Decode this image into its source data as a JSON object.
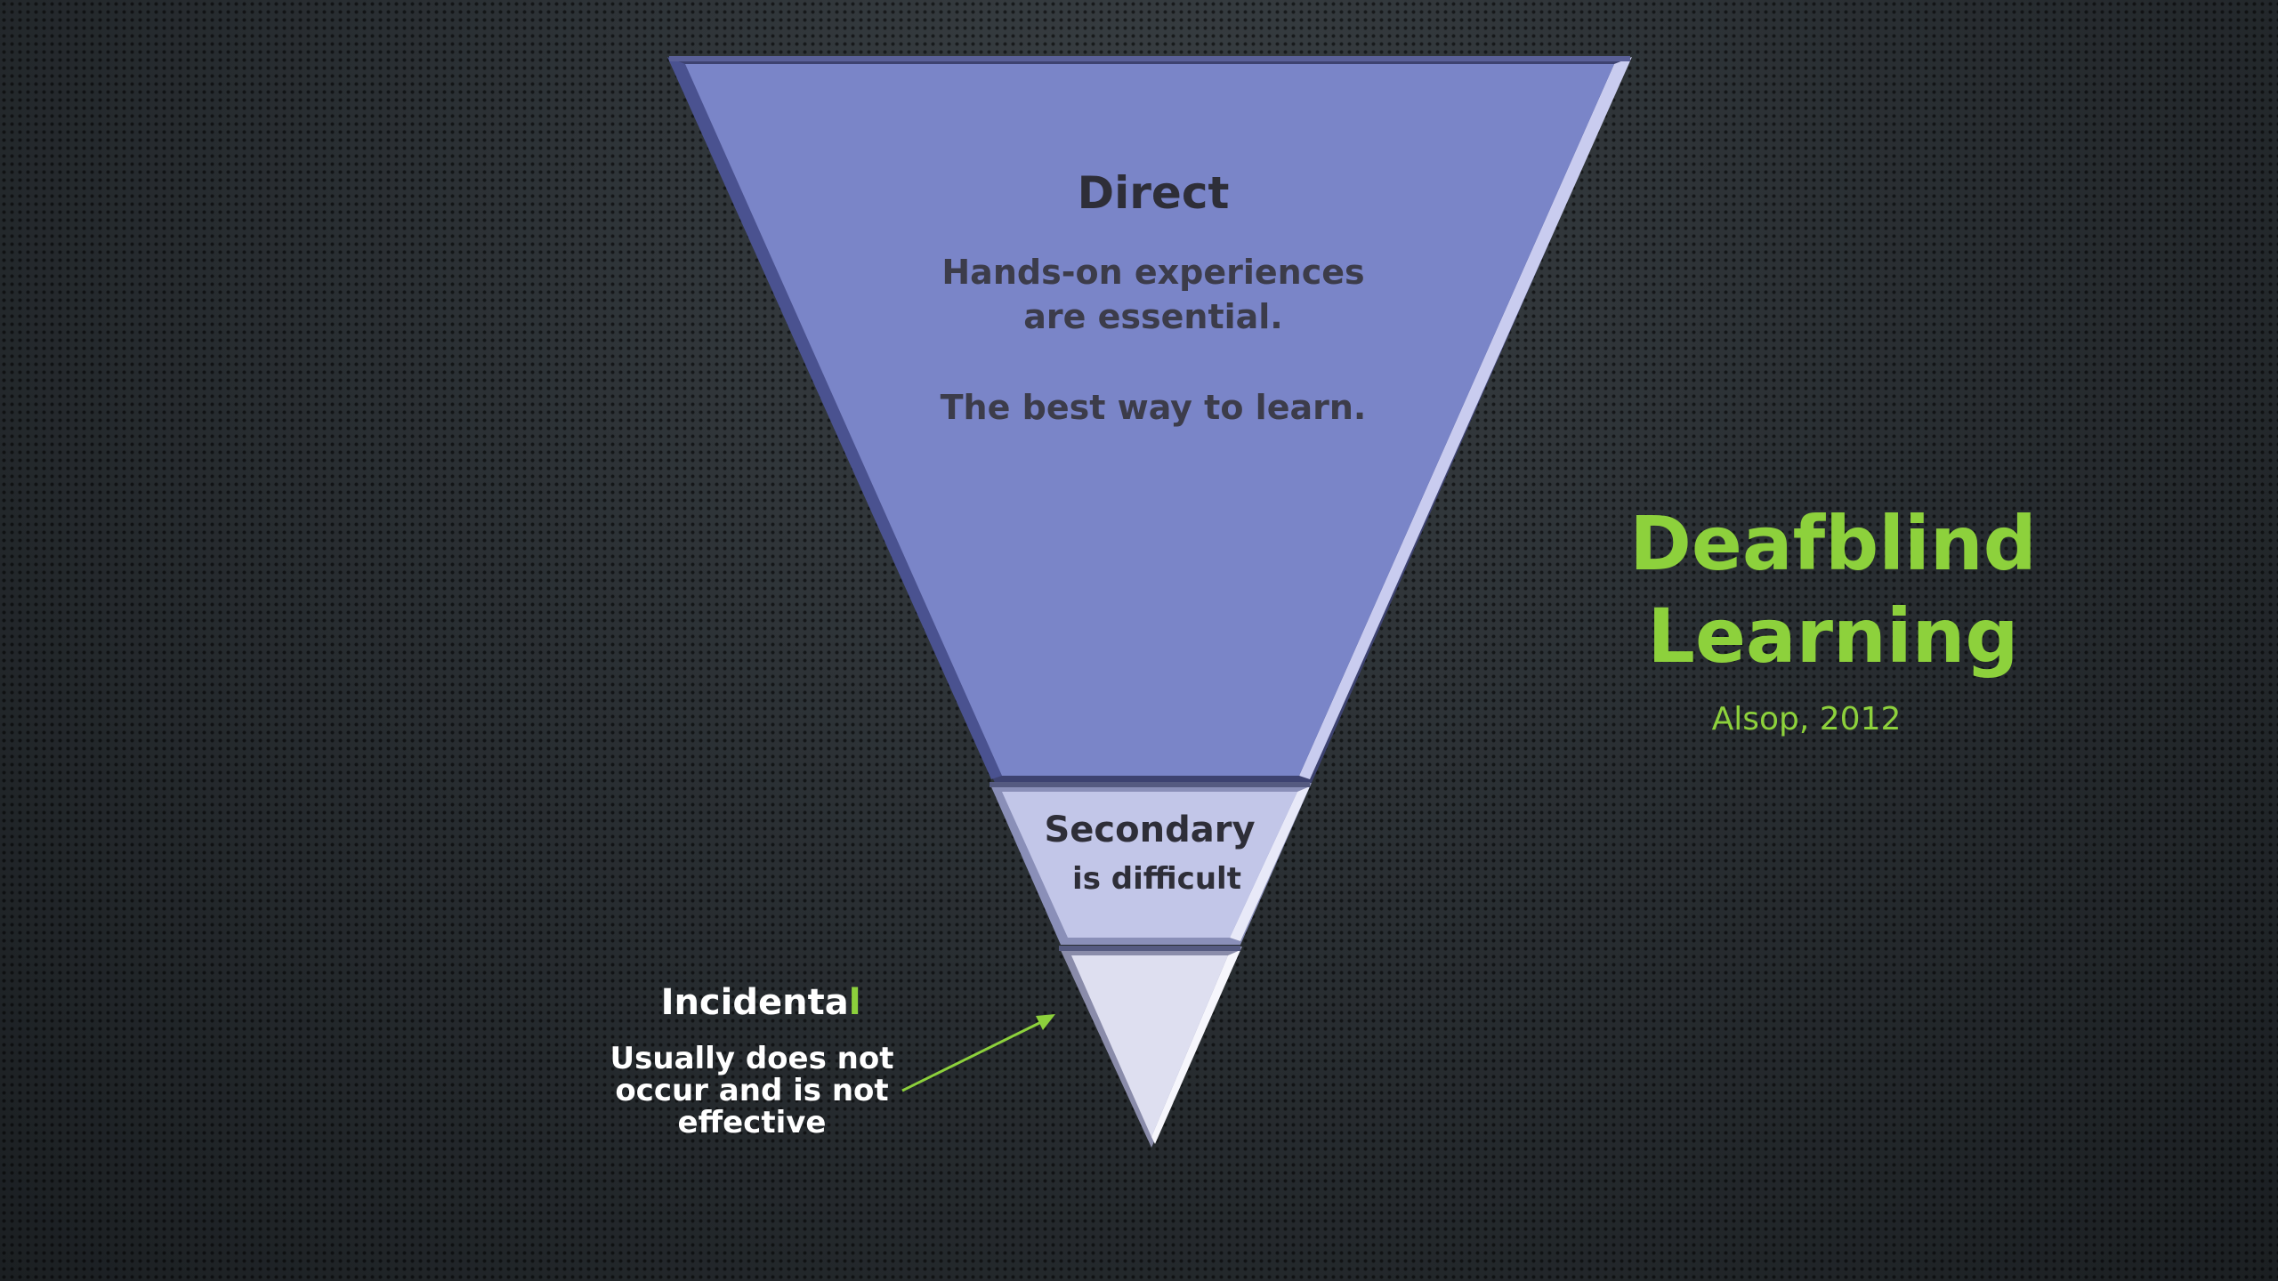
{
  "diagram": {
    "levels": [
      {
        "name": "Direct",
        "lines": [
          "Hands-on experiences",
          "are essential.",
          "The best way to learn."
        ],
        "color": "#7a85c8"
      },
      {
        "name": "Secondary",
        "lines": [
          "is difficult"
        ],
        "color": "#c2c6e8"
      },
      {
        "name": "Incidental",
        "name_main": "Incidenta",
        "name_accent": "l",
        "lines": [
          "Usually does not",
          "occur and is not",
          "effective"
        ],
        "color": "#dedff0"
      }
    ],
    "arrow_color": "#8dd13c"
  },
  "title": {
    "line1": "Deafblind",
    "line2": "Learning",
    "citation": "Alsop, 2012",
    "color": "#8dd13c"
  }
}
